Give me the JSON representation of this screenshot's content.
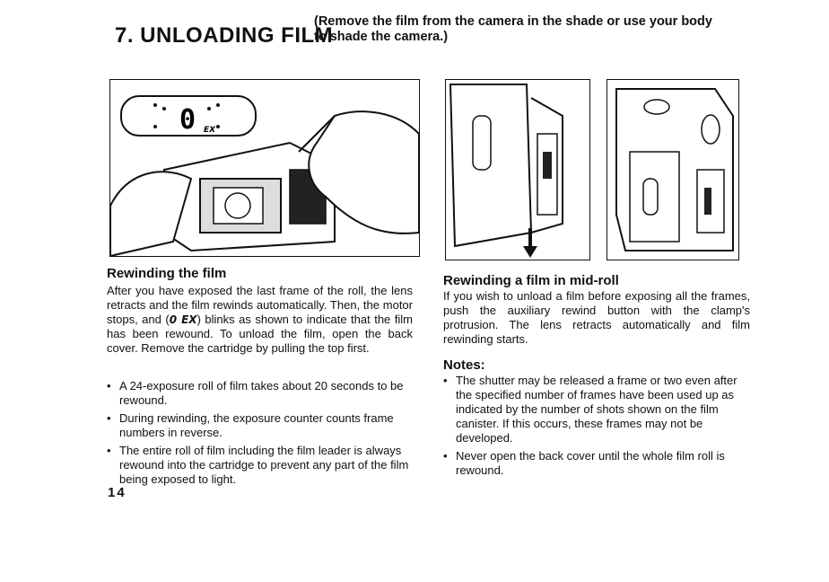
{
  "header": {
    "section_title": "7. UNLOADING FILM",
    "note_line1": "(Remove the film from the camera in the shade or use your body",
    "note_line2": "to shade the camera.)"
  },
  "figure1": {
    "counter_digit": "0",
    "counter_label": "EX"
  },
  "left": {
    "heading": "Rewinding the film",
    "para_before_symbol": "After you have exposed the last frame of the roll, the lens retracts and the film rewinds automatically. Then, the motor stops, and (",
    "symbol": "0 EX",
    "para_after_symbol": ") blinks as shown to indicate that the film has been rewound. To unload the film, open the back cover. Remove the cartridge by pulling the top first.",
    "bullets": [
      "A 24-exposure roll of film takes about 20 seconds to be rewound.",
      "During rewinding, the exposure counter counts frame numbers in reverse.",
      "The entire roll of film including the film leader is always rewound into the cartridge to prevent any part of the film being exposed to light."
    ]
  },
  "right": {
    "heading": "Rewinding a film in mid-roll",
    "para": "If you wish to unload a film before exposing all the frames, push the auxiliary rewind button with the clamp's protrusion. The lens retracts automatically and film rewinding starts.",
    "notes_heading": "Notes:",
    "notes": [
      "The shutter may be released a frame or two even after the specified number of frames have been used up as indicated by the number of shots shown on the film canister. If this occurs, these frames may not be developed.",
      "Never open the back cover until the whole film roll is rewound."
    ]
  },
  "footer": {
    "page_number": "14"
  }
}
